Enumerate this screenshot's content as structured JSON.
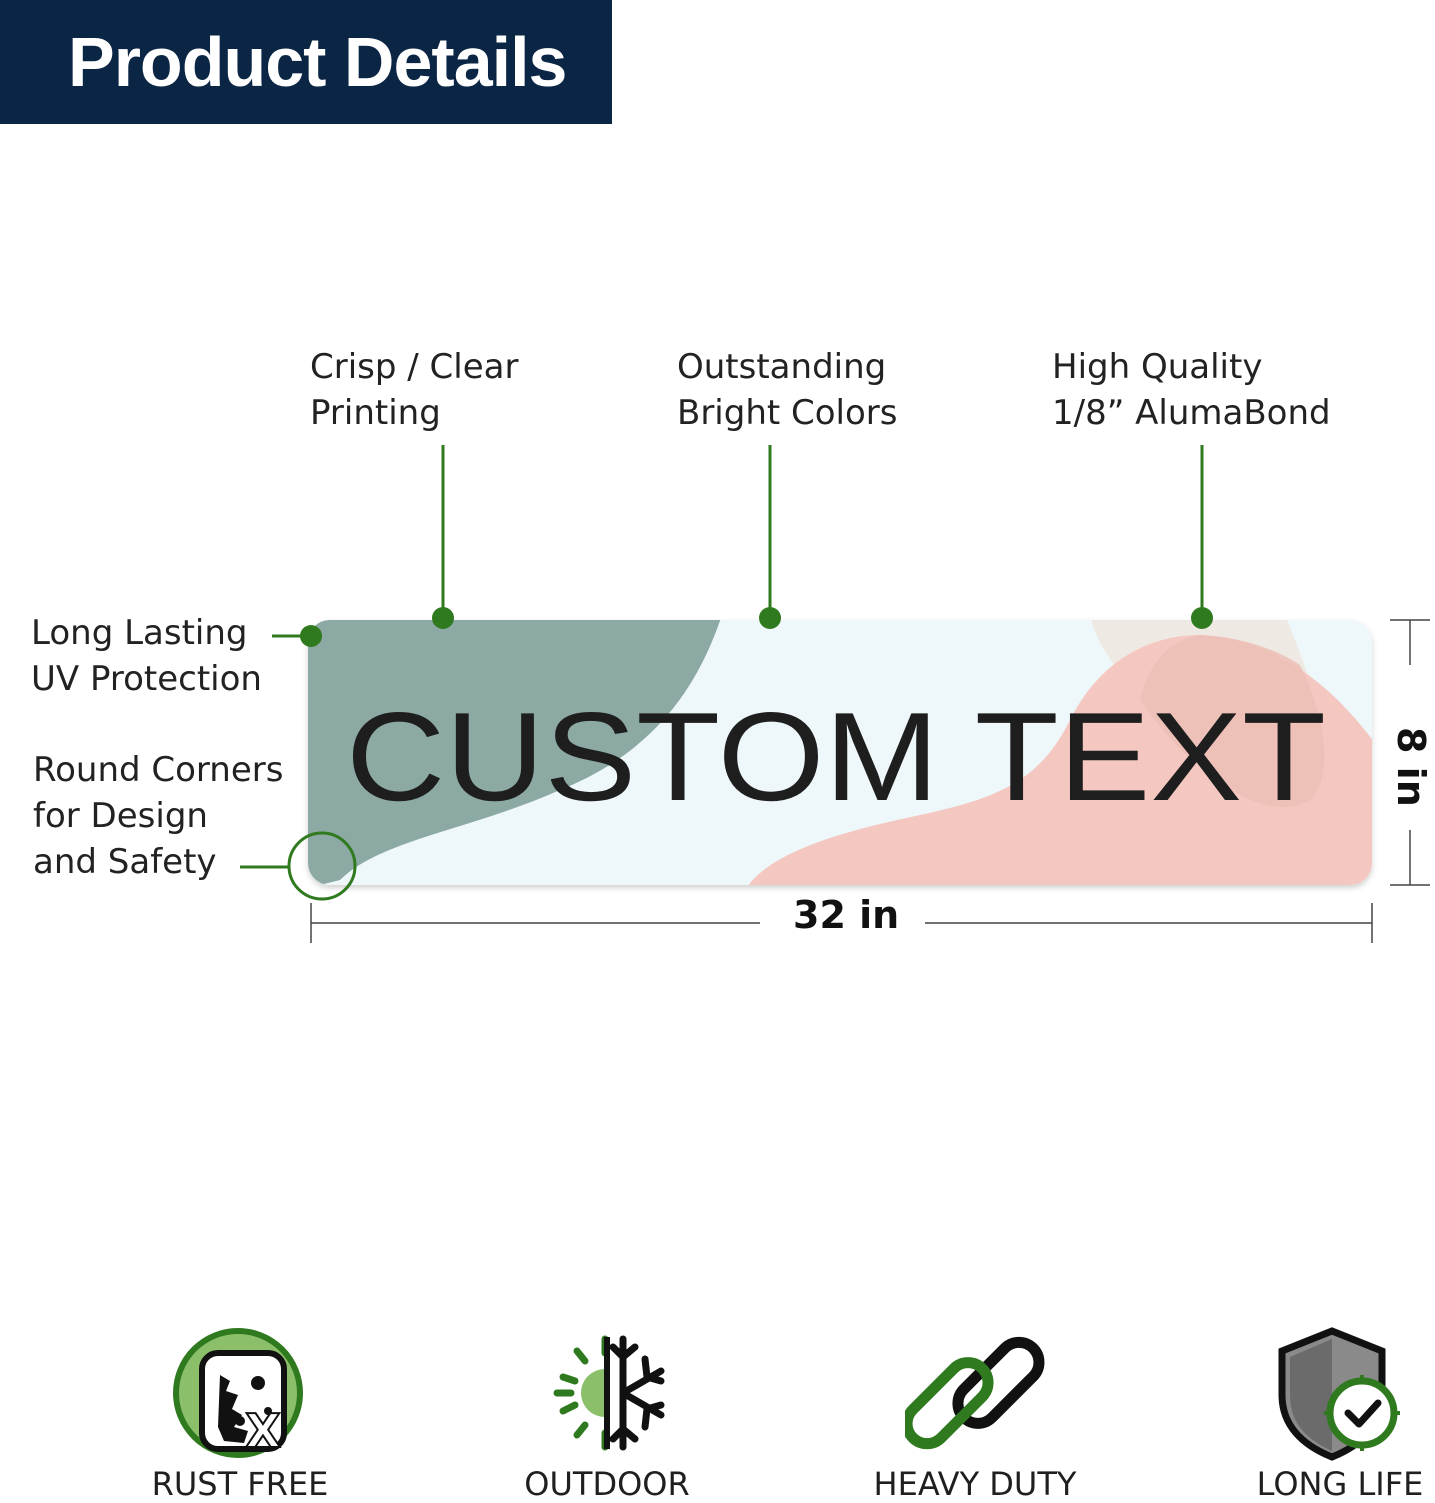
{
  "header": {
    "title": "Product Details"
  },
  "callouts": {
    "printing": [
      "Crisp / Clear",
      "Printing"
    ],
    "colors": [
      "Outstanding",
      "Bright Colors"
    ],
    "material": [
      "High Quality",
      "1/8” AlumaBond"
    ],
    "uv": [
      "Long Lasting",
      "UV Protection"
    ],
    "corners": [
      "Round Corners",
      "for Design",
      "and Safety"
    ]
  },
  "sign": {
    "text": "CUSTOM TEXT",
    "width_label": "32 in",
    "height_label": "8 in"
  },
  "features": [
    {
      "label": "RUST FREE",
      "icon": "rust-free-icon"
    },
    {
      "label": "OUTDOOR",
      "icon": "sun-snowflake-icon"
    },
    {
      "label": "HEAVY DUTY",
      "icon": "chain-link-icon"
    },
    {
      "label": "LONG LIFE",
      "icon": "shield-clock-icon"
    }
  ],
  "colors": {
    "banner": "#0b2544",
    "accent_green": "#2f7a1f",
    "sign_background": "#eef7fa",
    "sage": "#8ca9a3",
    "peach": "#f4c8c0"
  }
}
